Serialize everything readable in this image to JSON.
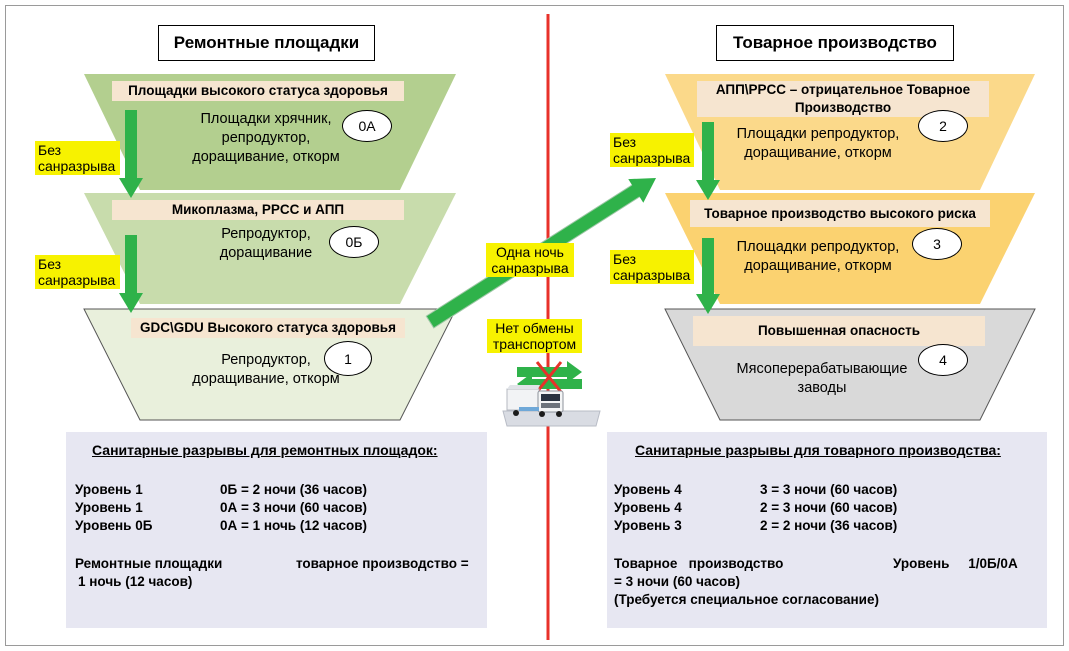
{
  "left": {
    "header": "Ремонтные площадки",
    "levels": [
      {
        "band": "Площадки высокого статуса здоровья",
        "desc": [
          "Площадки хрячник,",
          "репродуктор,",
          "доращивание, откорм"
        ],
        "badge": "0А"
      },
      {
        "band": "Микоплазма, PPCC и АПП",
        "desc": [
          "Репродуктор,",
          "доращивание"
        ],
        "badge": "0Б"
      },
      {
        "band": "GDC\\GDU Высокого статуса здоровья",
        "desc": [
          "Репродуктор,",
          "доращивание, откорм"
        ],
        "badge": "1"
      }
    ],
    "arrow_labels": [
      [
        "Без",
        "санразрыва"
      ],
      [
        "Без",
        "санразрыва"
      ]
    ],
    "panel": {
      "title": "Санитарные разрывы для ремонтных площадок:",
      "rows": [
        {
          "from": "Уровень 1",
          "to": "0Б = 2 ночи (36 часов)"
        },
        {
          "from": "Уровень 1",
          "to": "0А = 3 ночи (60 часов)"
        },
        {
          "from": "Уровень 0Б",
          "to": "0А = 1 ночь (12 часов)"
        }
      ],
      "footer_from": "Ремонтные площадки",
      "footer_to": "товарное производство =",
      "footer_line2": "1 ночь (12 часов)"
    }
  },
  "middle": {
    "one_night_label": [
      "Одна ночь",
      "санразрыва"
    ],
    "no_exchange_label": [
      "Нет обмены",
      "транспортом"
    ]
  },
  "right": {
    "header": "Товарное производство",
    "levels": [
      {
        "band": [
          "АПП\\PPCC – отрицательное Товарное",
          "Производство"
        ],
        "desc": [
          "Площадки репродуктор,",
          "доращивание, откорм"
        ],
        "badge": "2"
      },
      {
        "band": [
          "Товарное производство высокого риска"
        ],
        "desc": [
          "Площадки репродуктор,",
          "доращивание, откорм"
        ],
        "badge": "3"
      },
      {
        "band": [
          "Повышенная опасность"
        ],
        "desc": [
          "Мясоперерабатывающие",
          "заводы"
        ],
        "badge": "4"
      }
    ],
    "arrow_labels": [
      [
        "Без",
        "санразрыва"
      ],
      [
        "Без",
        "санразрыва"
      ]
    ],
    "panel": {
      "title": "Санитарные разрывы для товарного производства:",
      "rows": [
        {
          "from": "Уровень 4",
          "to": "3 = 3 ночи (60 часов)"
        },
        {
          "from": "Уровень 4",
          "to": "2 = 3 ночи (60 часов)"
        },
        {
          "from": "Уровень 3",
          "to": "2 = 2 ночи (36 часов)"
        }
      ],
      "footer_from": "Товарное   производство",
      "footer_to": "Уровень     1/0Б/0А",
      "footer_line2": "= 3 ночи (60 часов)",
      "footer_line3": "(Требуется специальное согласование)"
    }
  },
  "colors": {
    "green_dark": "#b3cf8f",
    "green_mid": "#c8dcac",
    "green_light": "#e9f0dc",
    "orange_top": "#fbd98a",
    "orange_mid": "#fbd270",
    "gray": "#d9d9d9",
    "arrow_green": "#2fb24a",
    "divider_red": "#e8312a",
    "label_yellow": "#f7f200"
  }
}
